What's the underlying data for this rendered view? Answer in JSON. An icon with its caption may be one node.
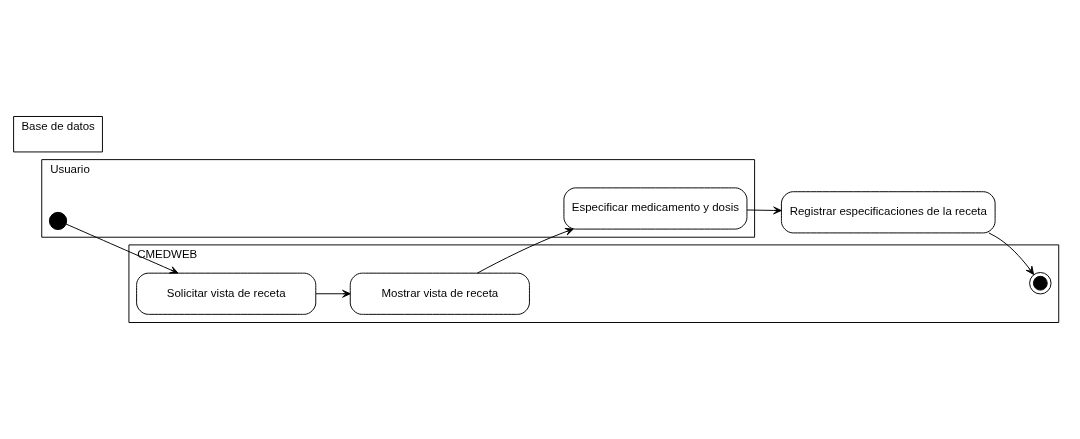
{
  "diagram": {
    "nodes": [
      {
        "text": [
          "Usuario"
        ]
      },
      {
        "text": [],
        "shape": "circle",
        "in": 0
      },
      {
        "text": [
          "Especificar medicamento y dosis"
        ],
        "in": 0
      },
      {
        "text": [
          "CMEDWEB"
        ]
      },
      {
        "text": [
          "Solicitar vista de receta"
        ],
        "in": 3
      },
      {
        "text": [
          "Mostrar vista de receta"
        ],
        "in": 3
      },
      {
        "text": [],
        "shape": "circle",
        "in": 3
      },
      {
        "text": [
          "Registrar especificaciones de la receta"
        ]
      },
      {
        "text": [
          "Base de datos"
        ]
      }
    ],
    "edges": [
      {
        "from": 1,
        "to": 4,
        "arrow": "to"
      },
      {
        "from": 4,
        "to": 5,
        "arrow": "to"
      },
      {
        "from": 5,
        "to": 2,
        "arrow": "to"
      },
      {
        "from": 2,
        "to": 7,
        "arrow": "to"
      },
      {
        "from": 7,
        "to": 6,
        "arrow": "to"
      }
    ]
  }
}
